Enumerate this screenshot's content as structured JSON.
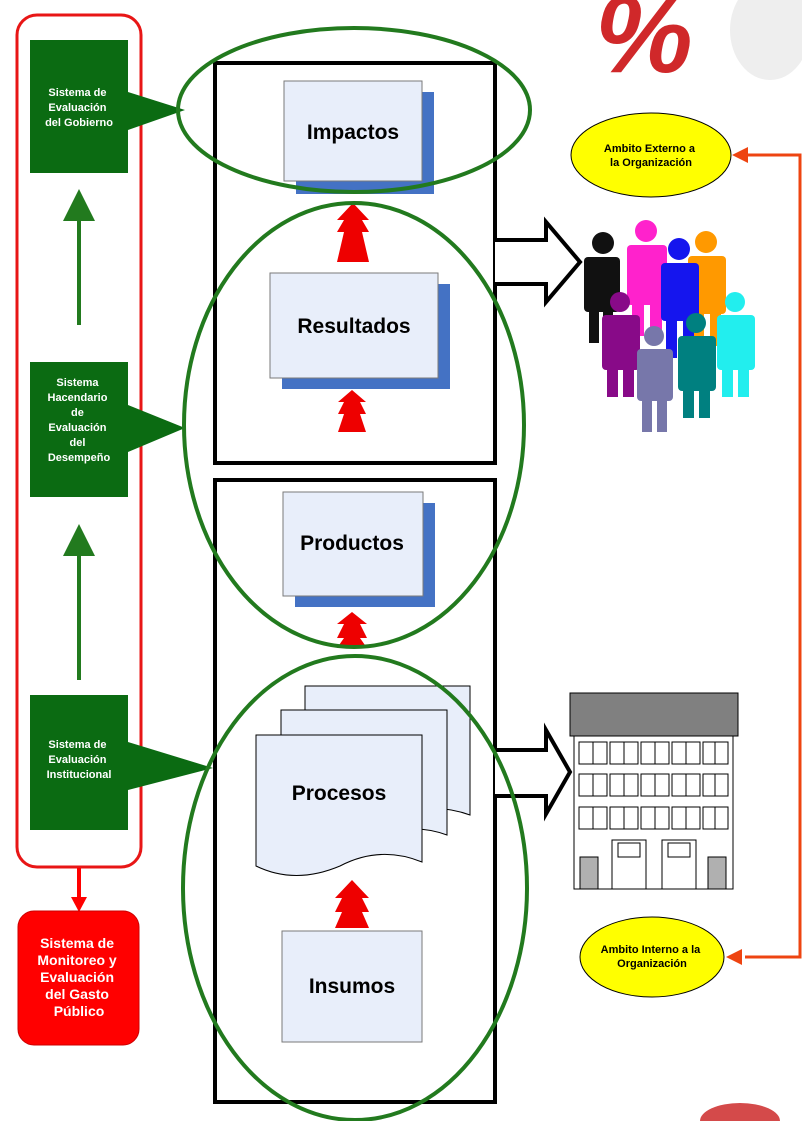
{
  "left_panel": {
    "systems": [
      {
        "lines": [
          "Sistema de",
          "Evaluación",
          "del Gobierno"
        ]
      },
      {
        "lines": [
          "Sistema",
          "Hacendario",
          "de",
          "Evaluación",
          "del",
          "Desempeño"
        ]
      },
      {
        "lines": [
          "Sistema de",
          "Evaluación",
          "Institucional"
        ]
      }
    ],
    "bottom_system": {
      "lines": [
        "Sistema de",
        "Monitoreo y",
        "Evaluación",
        "del Gasto",
        "Público"
      ]
    }
  },
  "stages": {
    "impactos": "Impactos",
    "resultados": "Resultados",
    "productos": "Productos",
    "procesos": "Procesos",
    "insumos": "Insumos"
  },
  "right_panel": {
    "externo": {
      "lines": [
        "Ambito Externo a",
        "la Organización"
      ]
    },
    "interno": {
      "lines": [
        "Ambito Interno a la",
        "Organización"
      ]
    }
  },
  "decor": {
    "percent_symbol": "%"
  },
  "colors": {
    "green_box": "#0b6b12",
    "green_line": "#227a1e",
    "red_frame": "#e81616",
    "red_box": "#ff0000",
    "yellow": "#ffff00",
    "orange_arrow": "#ee4411",
    "stage_fill": "#e8eefa",
    "stage_shadow": "#4472c4",
    "red_arrow": "#ee0000"
  }
}
